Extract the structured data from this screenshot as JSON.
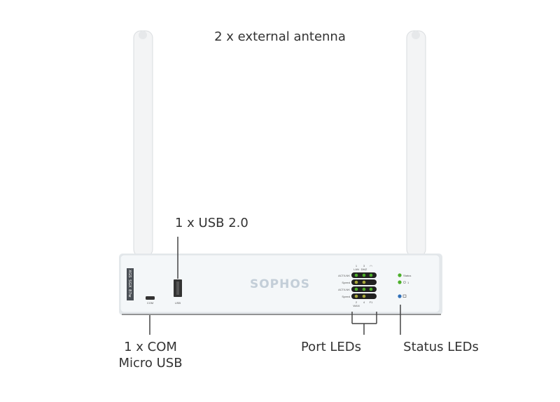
{
  "callouts": {
    "antenna": "2 x external antenna",
    "usb": "1 x USB 2.0",
    "com_line1": "1 x COM",
    "com_line2": "Micro USB",
    "port_leds": "Port LEDs",
    "status_leds": "Status LEDs"
  },
  "device": {
    "brand": "SOPHOS",
    "model_top": "XGS",
    "model_family": "SGX",
    "model_number": "87w",
    "com_port_label": "COM",
    "usb_port_label": "USB",
    "port_header_1": "1",
    "port_header_1_sub": "LAN",
    "port_header_3": "3",
    "port_header_3_sub": "DMZ",
    "row_labels": [
      "ACT/LNK",
      "Speed",
      "ACT/LNK",
      "Speed"
    ],
    "port_footer_2": "2",
    "port_footer_2_sub": "WAN",
    "port_footer_4": "4",
    "port_footer_f1": "F1",
    "status_label": "Status",
    "power_label": "1"
  },
  "colors": {
    "led_green": "#4caf2a",
    "led_amber": "#a9a93a",
    "led_blue": "#2f6fb8",
    "chassis": "#f4f7f9",
    "brand": "#c3ced8"
  }
}
